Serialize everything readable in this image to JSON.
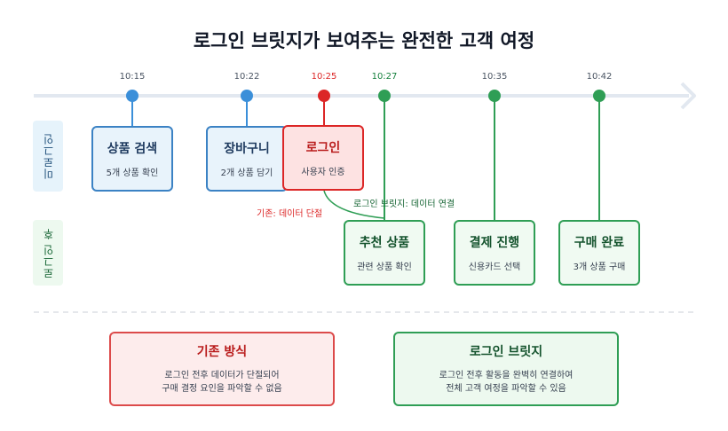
{
  "title": "로그인 브릿지가 보여주는 완전한 고객 여정",
  "colors": {
    "blue": "#3b8fd9",
    "red": "#dc2626",
    "green": "#2f9e55",
    "axis": "#e2e8f0"
  },
  "timeline": [
    {
      "time": "10:15",
      "state": "blue"
    },
    {
      "time": "10:22",
      "state": "blue"
    },
    {
      "time": "10:25",
      "state": "red"
    },
    {
      "time": "10:27",
      "state": "green"
    },
    {
      "time": "10:35",
      "state": "green"
    },
    {
      "time": "10:42",
      "state": "green"
    }
  ],
  "lanes": {
    "before": "미로그인",
    "after": "로그인 후"
  },
  "events": [
    {
      "title": "상품 검색",
      "sub": "5개 상품 확인"
    },
    {
      "title": "장바구니",
      "sub": "2개 상품 담기"
    },
    {
      "title": "로그인",
      "sub": "사용자 인증"
    },
    {
      "title": "추천 상품",
      "sub": "관련 상품 확인"
    },
    {
      "title": "결제 진행",
      "sub": "신용카드 선택"
    },
    {
      "title": "구매 완료",
      "sub": "3개 상품 구매"
    }
  ],
  "annotations": {
    "bridge": "로그인 브릿지: 데이터 연결",
    "legacy": "기존: 데이터 단절"
  },
  "summary": {
    "legacy": {
      "title": "기존 방식",
      "line1": "로그인 전후 데이터가 단절되어",
      "line2": "구매 결정 요인을 파악할 수 없음"
    },
    "bridge": {
      "title": "로그인 브릿지",
      "line1": "로그인 전후 활동을 완벽히 연결하여",
      "line2": "전체 고객 여정을 파악할 수 있음"
    }
  }
}
